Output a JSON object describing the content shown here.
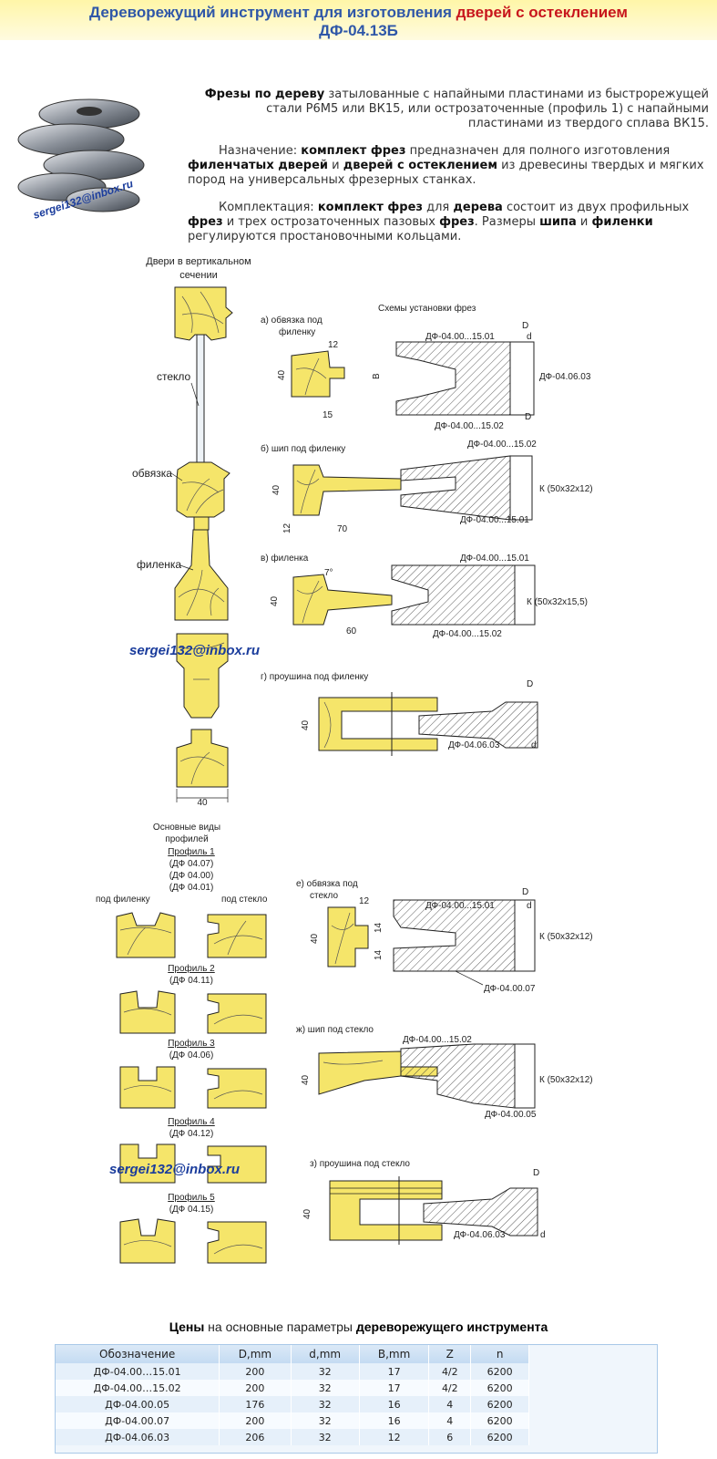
{
  "header": {
    "title_part1": "Дереворежущий инструмент для изготовления ",
    "title_red": "дверей с остеклением",
    "title_line2": "ДФ-04.13Б"
  },
  "intro": {
    "p1_b1": "Фрезы по дереву",
    "p1_t1": " затылованные с напайными пластинами из быстрорежущей стали Р6М5 или ВК15, или острозаточенные (профиль 1) с напайными пластинами из твердого сплава ВК15.",
    "p2_t1": "Назначение: ",
    "p2_b1": "комплект фрез",
    "p2_t2": " предназначен для полного изготовления ",
    "p2_b2": "филенчатых дверей",
    "p2_t3": " и ",
    "p2_b3": "дверей с остеклением",
    "p2_t4": " из древесины твердых и мягких пород на универсальных фрезерных станках.",
    "p3_t1": "Комплектация: ",
    "p3_b1": "комплект фрез",
    "p3_t2": " для ",
    "p3_b2": "дерева",
    "p3_t3": " состоит из двух профильных ",
    "p3_b3": "фрез",
    "p3_t4": " и трех острозаточенных пазовых ",
    "p3_b4": "фрез",
    "p3_t5": ". Размеры ",
    "p3_b5": "шипа",
    "p3_t6": " и ",
    "p3_b6": "филенки",
    "p3_t7": " регулируются простановочными кольцами."
  },
  "watermark": "sergei132@inbox.ru",
  "diagram": {
    "doors_title_1": "Двери в вертикальном",
    "doors_title_2": "сечении",
    "label_glass": "стекло",
    "label_frame": "обвязка",
    "label_panel": "филенка",
    "dim_40": "40",
    "schemes_title": "Схемы установки фрез",
    "a_title_1": "а) обвязка под",
    "a_title_2": "филенку",
    "b_title": "б) шип под филенку",
    "v_title": "в) филенка",
    "g_title": "г) проушина под филенку",
    "e_title_1": "е) обвязка под",
    "e_title_2": "стекло",
    "zh_title": "ж) шип под стекло",
    "z_title": "з) проушина под стекло",
    "code_1501": "ДФ-04.00...15.01",
    "code_1502": "ДФ-04.00...15.02",
    "code_0603": "ДФ-04.06.03",
    "code_0007": "ДФ-04.00.07",
    "code_0005": "ДФ-04.00.05",
    "k1": "К (50х32х12)",
    "k2": "К (50х32х15,5)",
    "D": "D",
    "d": "d",
    "B": "В",
    "n12": "12",
    "n15": "15",
    "n14": "14",
    "n70": "70",
    "n60": "60",
    "n7": "7°",
    "profiles_title_1": "Основные виды",
    "profiles_title_2": "профилей",
    "p1": "Профиль 1",
    "p1a": "(ДФ 04.07)",
    "p1b": "(ДФ 04.00)",
    "p1c": "(ДФ 04.01)",
    "under_panel": "под филенку",
    "under_glass": "под стекло",
    "p2": "Профиль 2",
    "p2a": "(ДФ 04.11)",
    "p3": "Профиль 3",
    "p3a": "(ДФ 04.06)",
    "p4": "Профиль 4",
    "p4a": "(ДФ 04.12)",
    "p5": "Профиль 5",
    "p5a": "(ДФ 04.15)"
  },
  "prices": {
    "t1": "Цены",
    "t2": " на основные параметры ",
    "t3": "дереворежущего инструмента"
  },
  "table": {
    "headers": [
      "Обозначение",
      "D,mm",
      "d,mm",
      "B,mm",
      "Z",
      "n"
    ],
    "rows": [
      [
        "ДФ-04.00…15.01",
        "200",
        "32",
        "17",
        "4/2",
        "6200"
      ],
      [
        "ДФ-04.00…15.02",
        "200",
        "32",
        "17",
        "4/2",
        "6200"
      ],
      [
        "ДФ-04.00.05",
        "176",
        "32",
        "16",
        "4",
        "6200"
      ],
      [
        "ДФ-04.00.07",
        "200",
        "32",
        "16",
        "4",
        "6200"
      ],
      [
        "ДФ-04.06.03",
        "206",
        "32",
        "12",
        "6",
        "6200"
      ]
    ]
  },
  "colors": {
    "wood": "#f5e56a",
    "title_blue": "#2f57a8",
    "title_red": "#c8161d"
  }
}
